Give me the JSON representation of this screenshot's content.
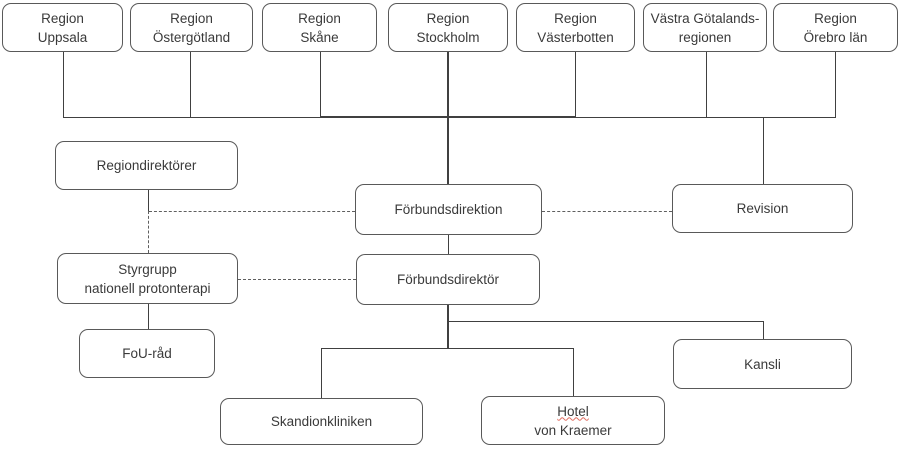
{
  "diagram_type": "organization-chart",
  "colors": {
    "background": "#ffffff",
    "box_border": "#595959",
    "text": "#3a3a3a",
    "solid_line": "#404040",
    "dashed_line": "#5f5f5f",
    "spellcheck_underline": "#e06c5f"
  },
  "boxes": {
    "region_uppsala": {
      "line1": "Region",
      "line2": "Uppsala"
    },
    "region_ostergotland": {
      "line1": "Region",
      "line2": "Östergötland"
    },
    "region_skane": {
      "line1": "Region",
      "line2": "Skåne"
    },
    "region_stockholm": {
      "line1": "Region",
      "line2": "Stockholm"
    },
    "region_vasterbotten": {
      "line1": "Region",
      "line2": "Västerbotten"
    },
    "vastra_gotalandsregionen": {
      "line1": "Västra Götalands-",
      "line2": "regionen"
    },
    "region_orebro_lan": {
      "line1": "Region",
      "line2": "Örebro län"
    },
    "regiondirektorer": {
      "line1": "Regiondirektörer"
    },
    "forbundsdirektion": {
      "line1": "Förbundsdirektion"
    },
    "revision": {
      "line1": "Revision"
    },
    "styrgrupp": {
      "line1": "Styrgrupp",
      "line2": "nationell protonterapi"
    },
    "forbundsdirektor": {
      "line1": "Förbundsdirektör"
    },
    "fou_rad": {
      "line1": "FoU-råd"
    },
    "kansli": {
      "line1": "Kansli"
    },
    "skandionkliniken": {
      "line1": "Skandionkliniken"
    },
    "hotel_von_kraemer": {
      "line1": "Hotel",
      "line2": "von Kraemer"
    }
  }
}
